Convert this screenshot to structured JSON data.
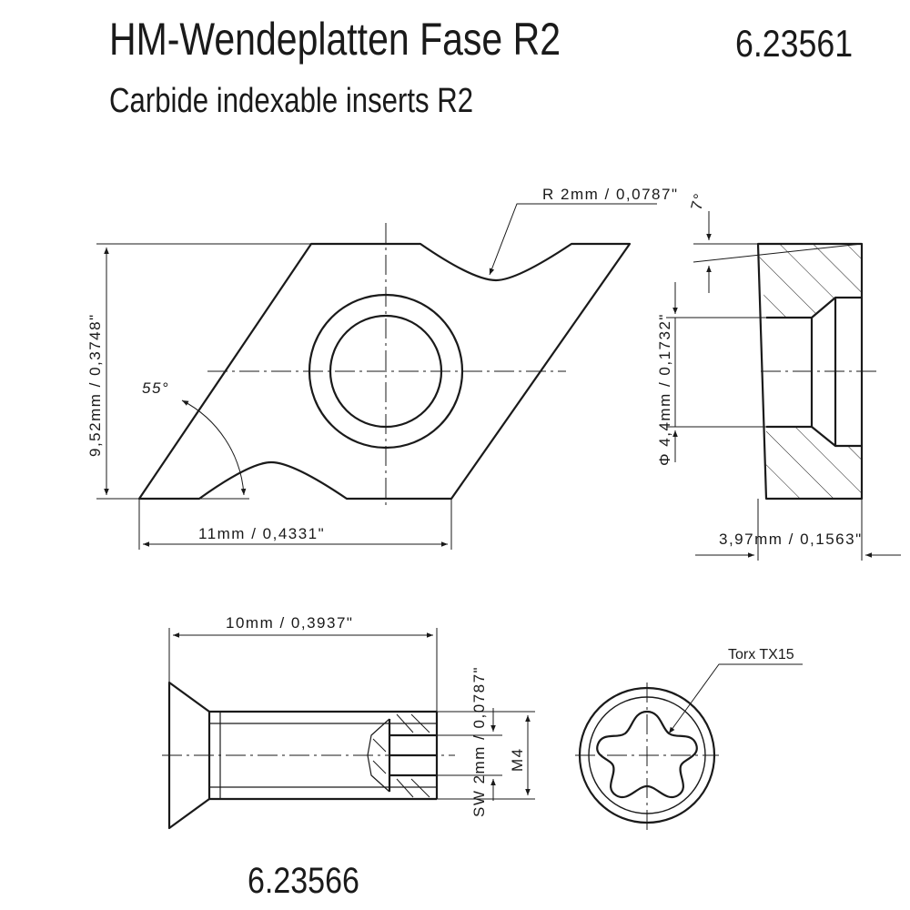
{
  "header": {
    "title_de": "HM-Wendeplatten Fase R2",
    "title_en": "Carbide indexable inserts R2",
    "article_insert": "6.23561"
  },
  "insert_view": {
    "radius_label": "R 2mm / 0,0787\"",
    "height_label": "9,52mm / 0,3748\"",
    "angle_label": "55°",
    "length_label": "11mm / 0,4331\""
  },
  "section_view": {
    "angle_label": "7°",
    "hole_label": "Φ 4,4mm / 0,1732\"",
    "thickness_label": "3,97mm / 0,1563\""
  },
  "screw_view": {
    "length_label": "10mm / 0,3937\"",
    "key_label": "SW 2mm / 0,0787\"",
    "thread_label": "M4",
    "drive_label": "Torx TX15",
    "article_screw": "6.23566"
  },
  "colors": {
    "line": "#1a1a1a",
    "background": "#ffffff"
  }
}
